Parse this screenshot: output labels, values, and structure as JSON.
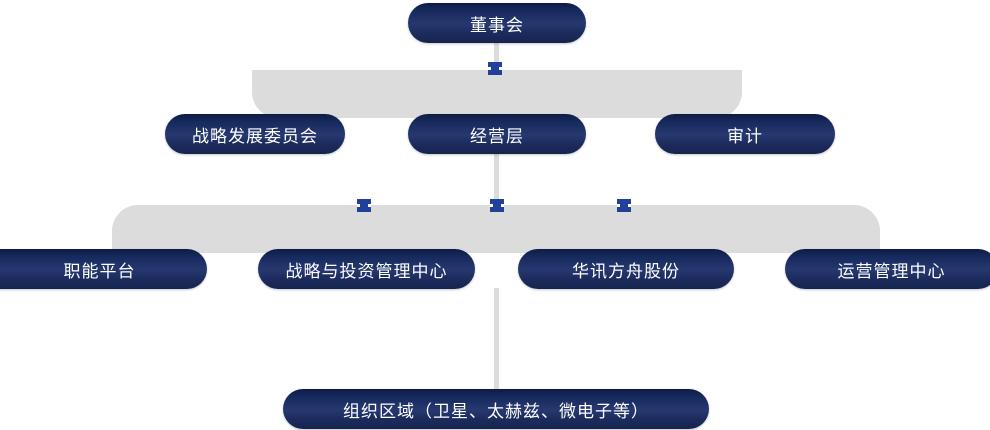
{
  "chart": {
    "type": "org-chart",
    "title": "",
    "colors": {
      "node_fill_dark": "#0d1c46",
      "node_fill_light": "#26386f",
      "node_text": "#ffffff",
      "connector": "#dcdcdc",
      "marker": "#21409a"
    },
    "tiers": [
      {
        "level": 1,
        "nodes": [
          {
            "id": "board",
            "label": "董事会"
          }
        ]
      },
      {
        "level": 2,
        "nodes": [
          {
            "id": "strategy-committee",
            "label": "战略发展委员会"
          },
          {
            "id": "management",
            "label": "经营层"
          },
          {
            "id": "audit",
            "label": "审计"
          }
        ]
      },
      {
        "level": 3,
        "nodes": [
          {
            "id": "function-platform",
            "label": "职能平台"
          },
          {
            "id": "strategy-center",
            "label": "战略与投资管理中心"
          },
          {
            "id": "huaxun",
            "label": "华讯方舟股份"
          },
          {
            "id": "operation-center",
            "label": "运营管理中心"
          }
        ]
      },
      {
        "level": 4,
        "nodes": [
          {
            "id": "org-region",
            "label": "组织区域（卫星、太赫兹、微电子等）"
          }
        ]
      }
    ],
    "edges": [
      {
        "from": "board",
        "to": "strategy-committee"
      },
      {
        "from": "board",
        "to": "management"
      },
      {
        "from": "board",
        "to": "audit"
      },
      {
        "from": "management",
        "to": "function-platform"
      },
      {
        "from": "management",
        "to": "strategy-center"
      },
      {
        "from": "management",
        "to": "huaxun"
      },
      {
        "from": "management",
        "to": "operation-center"
      },
      {
        "from": "management",
        "to": "org-region"
      }
    ]
  }
}
